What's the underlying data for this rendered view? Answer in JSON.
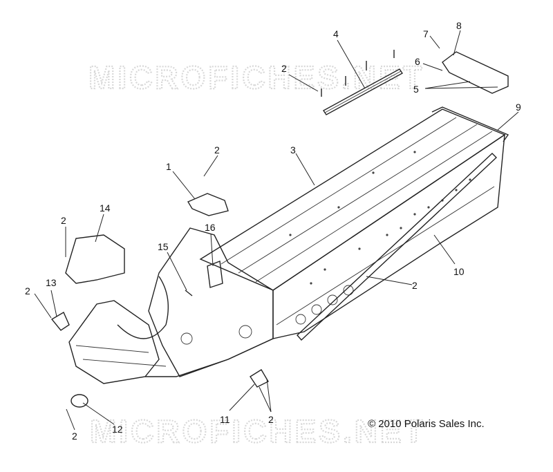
{
  "watermark_text": "MICROFICHES.NET",
  "copyright": "© 2010 Polaris Sales Inc.",
  "callouts": [
    {
      "id": "c1",
      "label": "1"
    },
    {
      "id": "c2a",
      "label": "2"
    },
    {
      "id": "c2b",
      "label": "2"
    },
    {
      "id": "c2c",
      "label": "2"
    },
    {
      "id": "c2d",
      "label": "2"
    },
    {
      "id": "c2e",
      "label": "2"
    },
    {
      "id": "c2f",
      "label": "2"
    },
    {
      "id": "c2g",
      "label": "2"
    },
    {
      "id": "c3",
      "label": "3"
    },
    {
      "id": "c4",
      "label": "4"
    },
    {
      "id": "c5",
      "label": "5"
    },
    {
      "id": "c6",
      "label": "6"
    },
    {
      "id": "c7",
      "label": "7"
    },
    {
      "id": "c8",
      "label": "8"
    },
    {
      "id": "c9",
      "label": "9"
    },
    {
      "id": "c10",
      "label": "10"
    },
    {
      "id": "c11",
      "label": "11"
    },
    {
      "id": "c12",
      "label": "12"
    },
    {
      "id": "c13",
      "label": "13"
    },
    {
      "id": "c14",
      "label": "14"
    },
    {
      "id": "c15",
      "label": "15"
    },
    {
      "id": "c16",
      "label": "16"
    }
  ]
}
